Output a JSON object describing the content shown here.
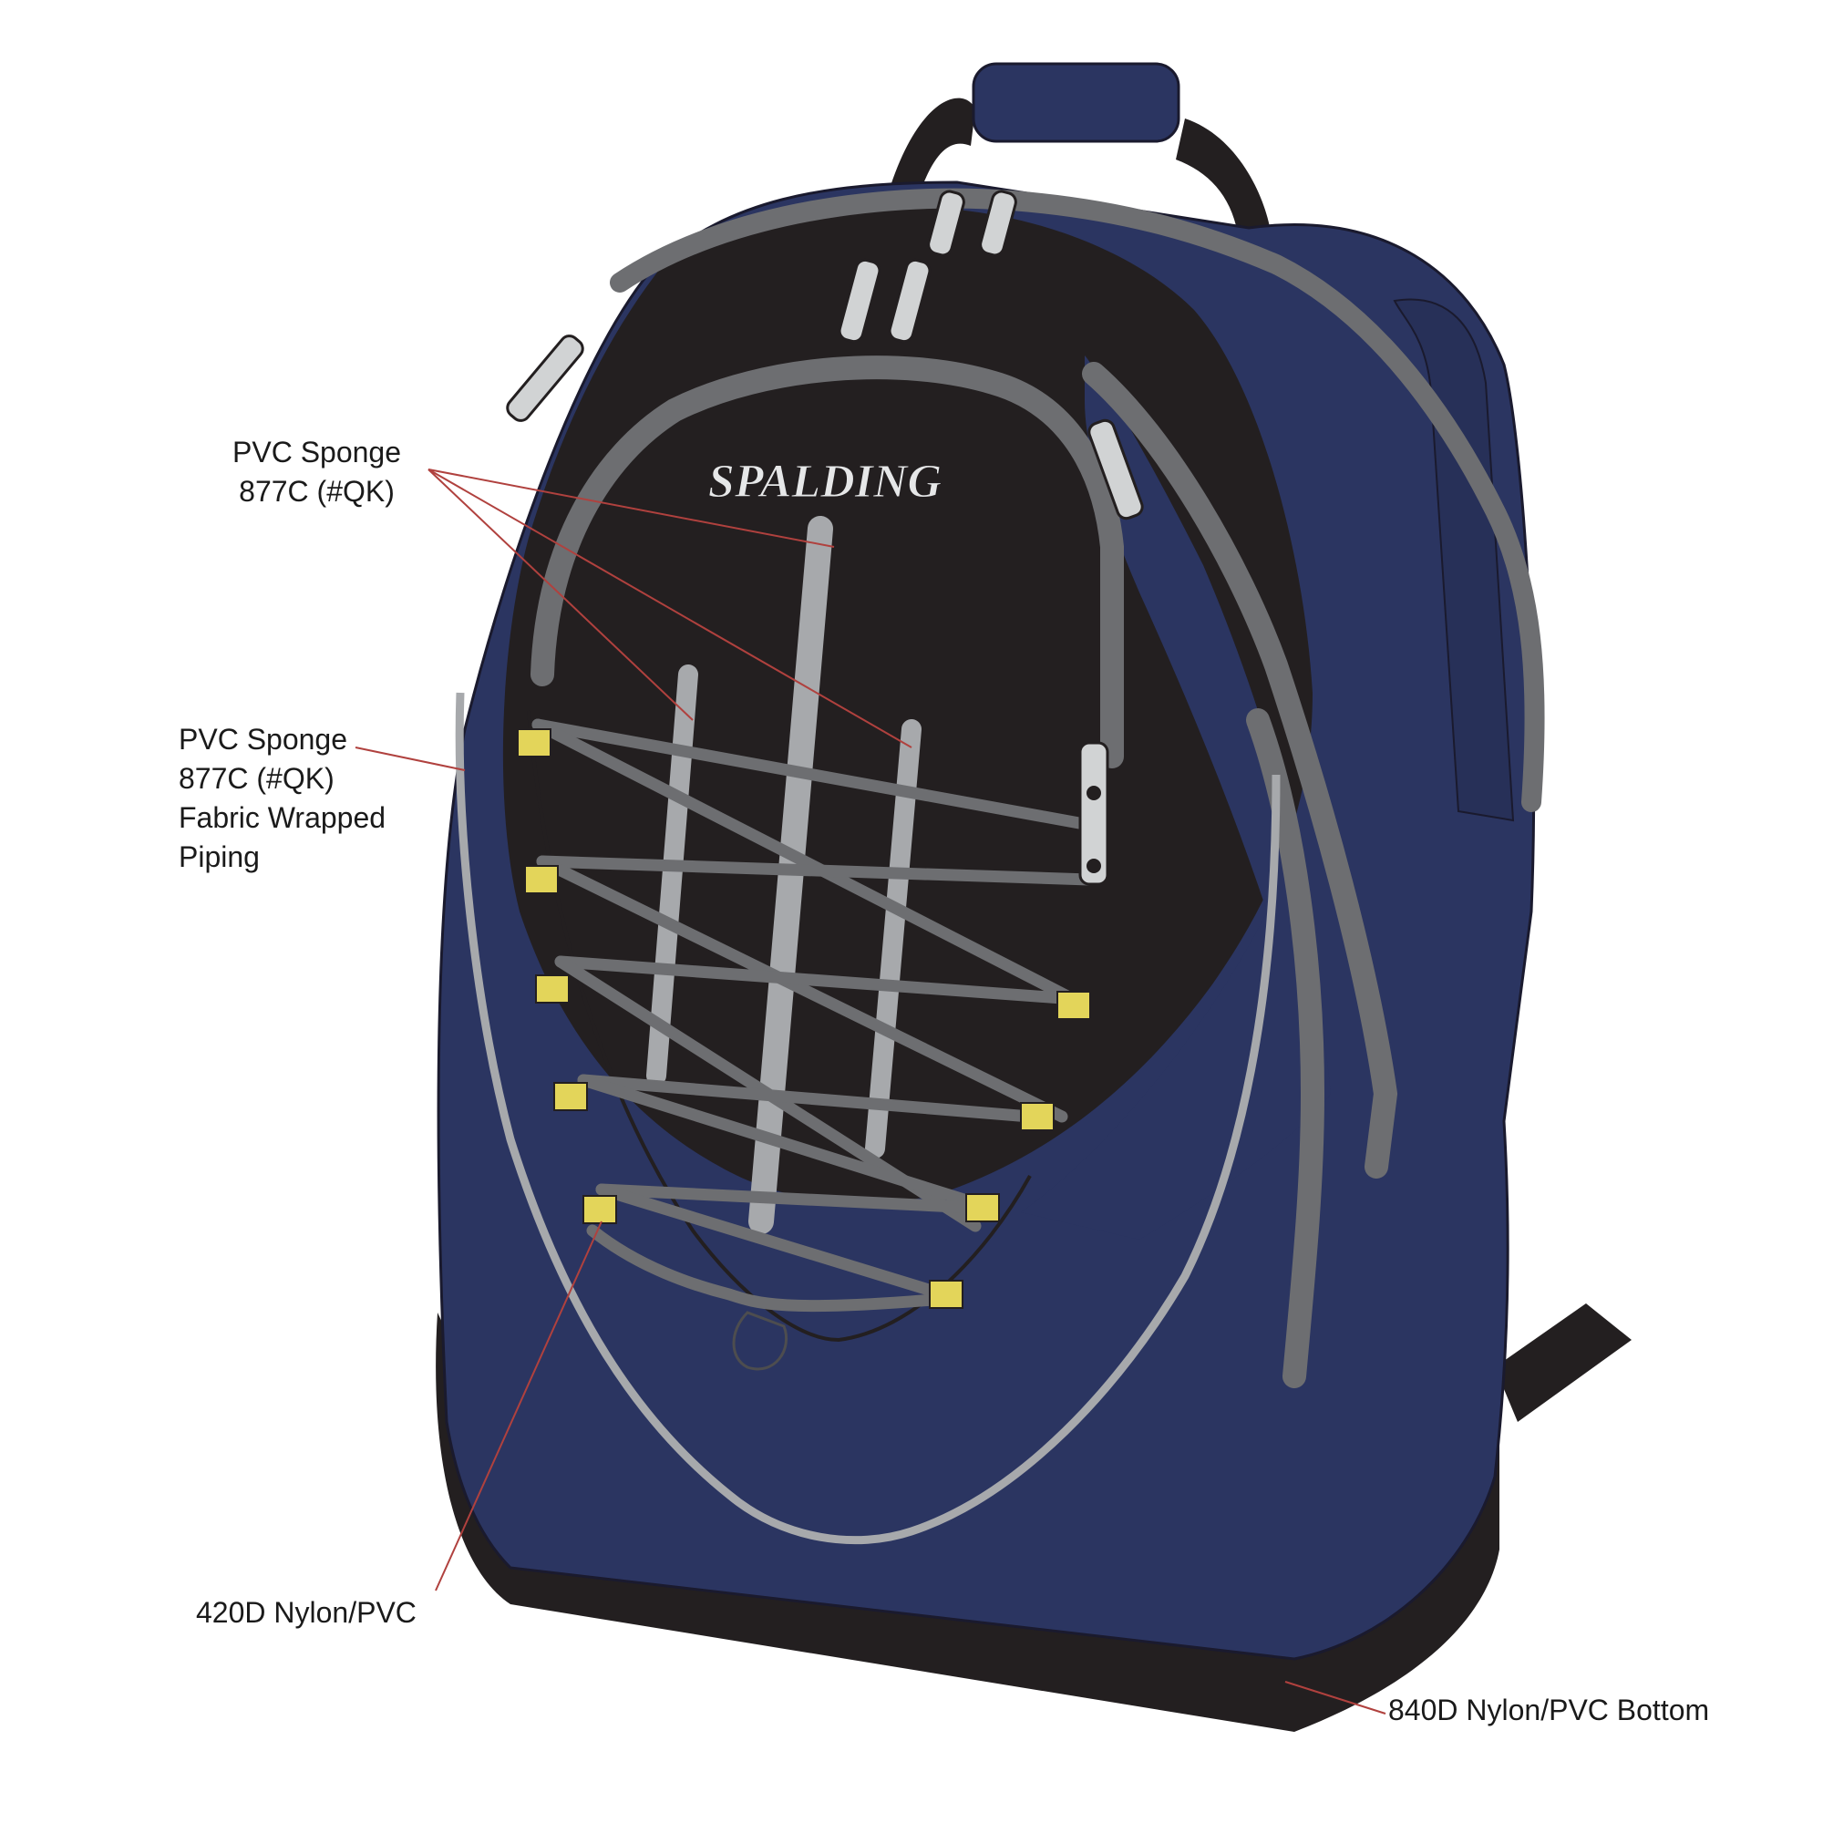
{
  "callouts": {
    "pvc_sponge_top": {
      "line1": "PVC Sponge",
      "line2": "877C (#QK)"
    },
    "pvc_sponge_piping": {
      "line1": "PVC Sponge",
      "line2": "877C (#QK)",
      "line3": "Fabric Wrapped",
      "line4": "Piping"
    },
    "nylon_420d": {
      "line1": "420D Nylon/PVC"
    },
    "nylon_840d_bottom": {
      "line1": "840D Nylon/PVC Bottom"
    }
  },
  "brand_logo": {
    "text": "SPALDING"
  },
  "colors": {
    "navy": "#2b3561",
    "black": "#231f20",
    "gray_piping": "#6d6e71",
    "light_gray": "#a7a9ac",
    "yellow": "#e3d55a",
    "leader_line": "#b0413e"
  }
}
